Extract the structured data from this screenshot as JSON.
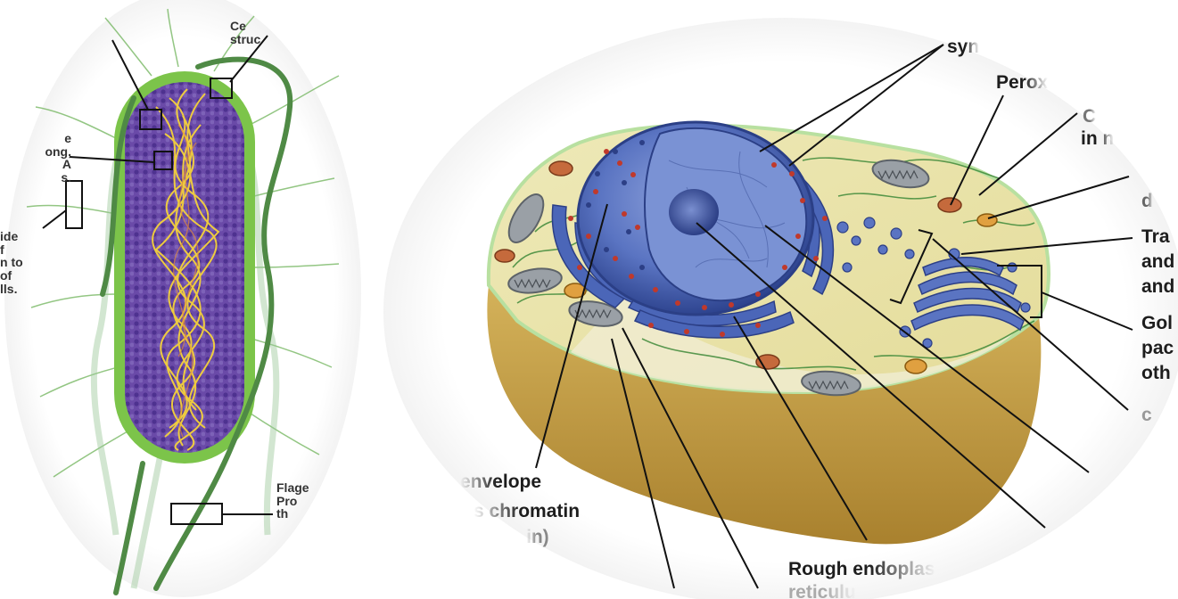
{
  "bacterium_labels": {
    "cell_structure": "Ce\nstruc",
    "dna_fragment": "e\nong,\nA\ns.",
    "outside_fragment": "ide\nf\nn to\nof\nlls.",
    "flagellum": "Flage\nPro\nth"
  },
  "animal_cell_labels": {
    "top_partial": "syn",
    "peroxisome": "Perox",
    "right_top_a": "C",
    "right_top_b": "in n",
    "right_d": "d",
    "transport_a": "Tra",
    "transport_b": "and",
    "transport_c": "and",
    "golgi_a": "Gol",
    "golgi_b": "pac",
    "golgi_c": "oth",
    "right_bottom": "c",
    "nuclear_envelope": "envelope",
    "chromatin": "s chromatin",
    "chromatin_sub": "in)",
    "rough_er": "Rough endoplas",
    "rough_er_sub": "reticulu"
  },
  "colors": {
    "cell_green": "#7cc44a",
    "cell_purple": "#5b3c9a",
    "dna_yellow": "#f5d23a",
    "flagella_green": "#4f8a45",
    "cytoplasm": "#e8e3a8",
    "cell_body": "#c9a54a",
    "nucleus_blue": "#4b66b8",
    "ribosome_red": "#c0392b",
    "mito_gray": "#9aa0a6",
    "peroxisome_orange": "#e0a040",
    "leader_line": "#111111"
  }
}
